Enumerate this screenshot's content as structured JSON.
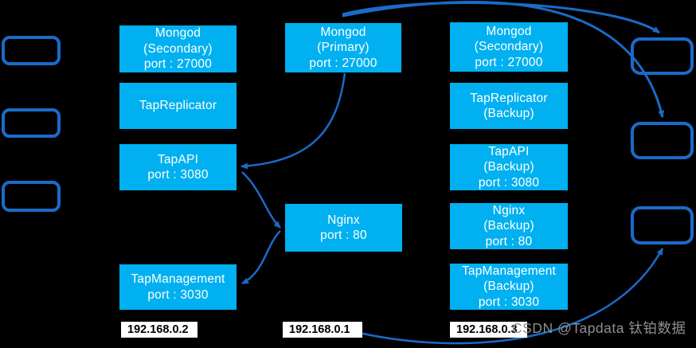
{
  "colors": {
    "background": "#000000",
    "node_fill": "#00B0F0",
    "node_text": "#FFFFFF",
    "outline_and_arrows": "#1A6BC8",
    "ip_label_bg": "#FFFFFF",
    "ip_label_text": "#000000",
    "watermark_text": "#8F8F8F"
  },
  "columns": [
    {
      "server_ip": "192.168.0.2",
      "boxes": [
        {
          "label": "Mongod\n(Secondary)\nport : 27000"
        },
        {
          "label": "TapReplicator"
        },
        {
          "label": "TapAPI\nport : 3080"
        },
        {
          "label": "TapManagement\nport : 3030"
        }
      ]
    },
    {
      "server_ip": "192.168.0.1",
      "boxes": [
        {
          "label": "Mongod\n(Primary)\nport : 27000"
        },
        {
          "label": "Nginx\nport : 80"
        }
      ]
    },
    {
      "server_ip": "192.168.0.3",
      "boxes": [
        {
          "label": "Mongod\n(Secondary)\nport : 27000"
        },
        {
          "label": "TapReplicator\n(Backup)"
        },
        {
          "label": "TapAPI\n(Backup)\nport : 3080"
        },
        {
          "label": "Nginx\n(Backup)\nport : 80"
        },
        {
          "label": "TapManagement\n(Backup)\nport : 3030"
        }
      ]
    }
  ],
  "edges": [
    {
      "from": "mongod-primary",
      "to": "right-node-1"
    },
    {
      "from": "mongod-primary",
      "to": "right-node-2"
    },
    {
      "from": "mongod-primary",
      "to": "tapapi"
    },
    {
      "from": "tapapi",
      "to": "nginx"
    },
    {
      "from": "nginx",
      "to": "tapmanagement"
    },
    {
      "from": "server-192.168.0.1-bottom",
      "to": "right-node-3"
    }
  ],
  "watermark": {
    "text": "CSDN @Tapdata 钛铂数据"
  }
}
